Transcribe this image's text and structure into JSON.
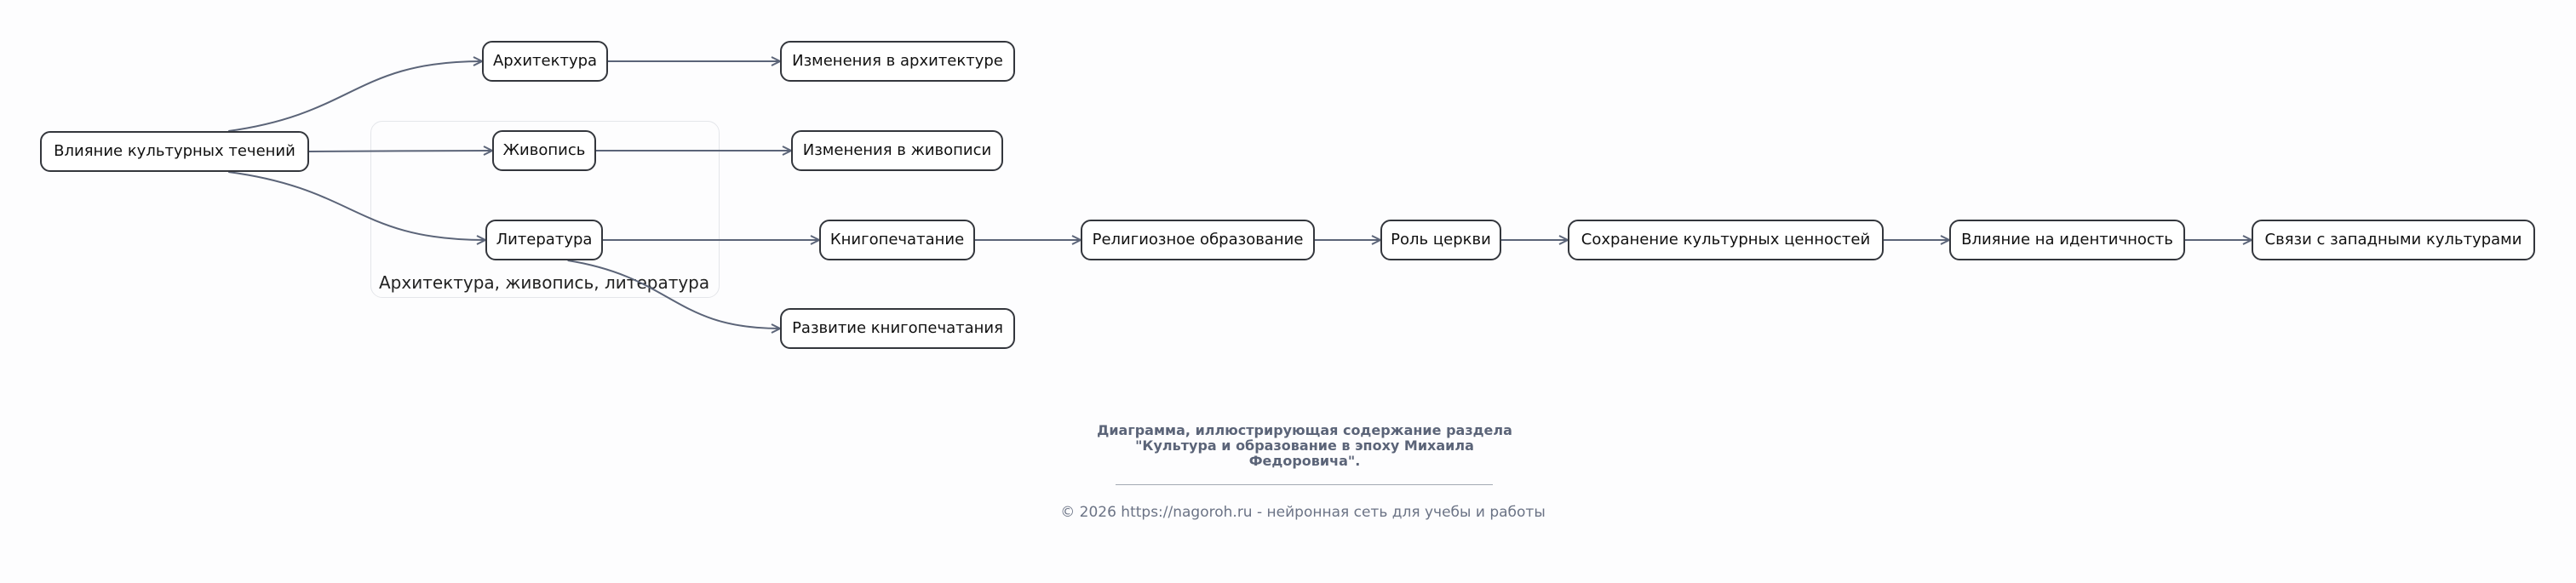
{
  "diagram": {
    "group": {
      "label": "Архитектура, живопись, литература"
    },
    "nodes": [
      {
        "id": "n1",
        "label": "Влияние культурных течений"
      },
      {
        "id": "n2",
        "label": "Архитектура"
      },
      {
        "id": "n3",
        "label": "Изменения в архитектуре"
      },
      {
        "id": "n4",
        "label": "Живопись"
      },
      {
        "id": "n5",
        "label": "Изменения в живописи"
      },
      {
        "id": "n6",
        "label": "Литература"
      },
      {
        "id": "n7",
        "label": "Книгопечатание"
      },
      {
        "id": "n8",
        "label": "Развитие книгопечатания"
      },
      {
        "id": "n9",
        "label": "Религиозное образование"
      },
      {
        "id": "n10",
        "label": "Роль церкви"
      },
      {
        "id": "n11",
        "label": "Сохранение культурных ценностей"
      },
      {
        "id": "n12",
        "label": "Влияние на идентичность"
      },
      {
        "id": "n13",
        "label": "Связи с западными культурами"
      }
    ],
    "edges": [
      [
        "n1",
        "n2"
      ],
      [
        "n1",
        "n4"
      ],
      [
        "n1",
        "n6"
      ],
      [
        "n2",
        "n3"
      ],
      [
        "n4",
        "n5"
      ],
      [
        "n6",
        "n7"
      ],
      [
        "n6",
        "n8"
      ],
      [
        "n7",
        "n9"
      ],
      [
        "n9",
        "n10"
      ],
      [
        "n10",
        "n11"
      ],
      [
        "n11",
        "n12"
      ],
      [
        "n12",
        "n13"
      ]
    ],
    "colors": {
      "edge": "#5b6478",
      "node_border": "#33363c",
      "group_border": "#e4e6ea"
    }
  },
  "caption": {
    "line1": "Диаграмма, иллюстрирующая содержание раздела",
    "line2": "\"Культура и образование в эпоху Михаила",
    "line3": "Федоровича\"."
  },
  "footer": {
    "text": "© 2026 https://nagoroh.ru - нейронная сеть для учебы и работы"
  }
}
